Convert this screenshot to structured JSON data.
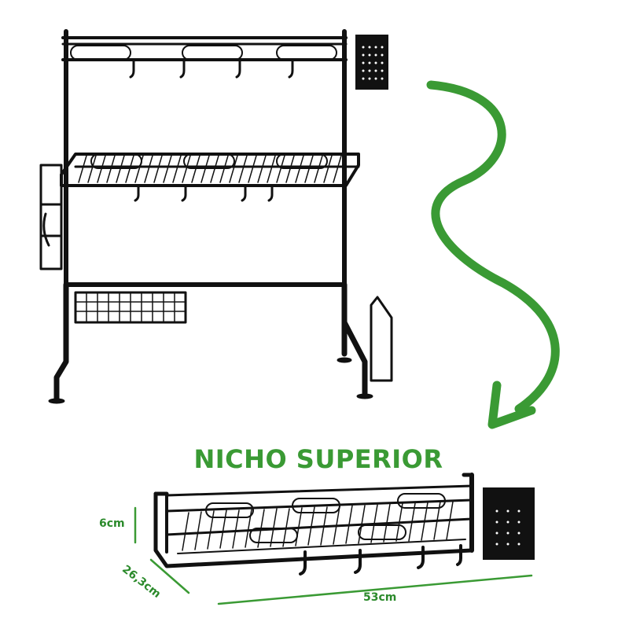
{
  "heading": "NICHO SUPERIOR",
  "dimensions": {
    "height": "6cm",
    "depth": "26,3cm",
    "width": "53cm"
  },
  "colors": {
    "accent_green": "#3a9a34",
    "rack_black": "#111111",
    "background": "#ffffff"
  },
  "icons": {
    "arrow": "curved-down-arrow"
  }
}
